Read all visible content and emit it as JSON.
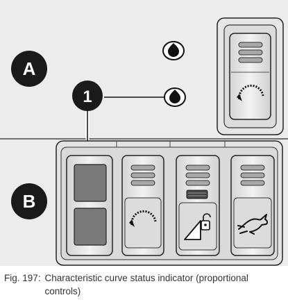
{
  "labels": {
    "panel_a": "A",
    "panel_b": "B",
    "callout": "1"
  },
  "caption": {
    "label": "Fig. 197:",
    "text": "Characteristic curve status indicator (proportional controls)"
  },
  "icons": {
    "panel_a_switch": [
      "indicator-bars-icon",
      "characteristic-curve-icon"
    ],
    "panel_b_switches": [
      [
        "blank-switch"
      ],
      [
        "indicator-bars-icon",
        "characteristic-curve-icon"
      ],
      [
        "indicator-bars-icon",
        "slot-icon",
        "unlock-icon"
      ],
      [
        "indicator-bars-icon",
        "rabbit-icon"
      ]
    ]
  },
  "colors": {
    "panel_bg": "#ececec",
    "label_circle": "#1a1a1a",
    "switch_dark": "#7a7a7a"
  }
}
